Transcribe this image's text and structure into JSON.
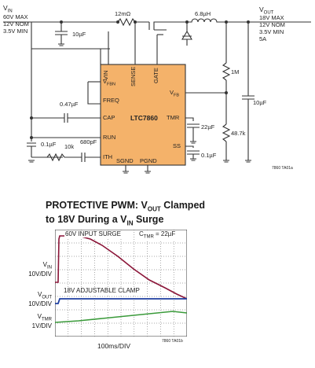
{
  "schematic": {
    "vin_label": "V",
    "vin_sub": "IN",
    "vin_specs": [
      "60V MAX",
      "12V NOM",
      "3.5V MIN"
    ],
    "vout_label": "V",
    "vout_sub": "OUT",
    "vout_specs": [
      "18V MAX",
      "12V NOM",
      "3.5V MIN",
      "5A"
    ],
    "sense_resistor": "12mΩ",
    "inductor": "6.8µH",
    "c_in": "10µF",
    "c_out": "10µF",
    "r_top": "1M",
    "r_bot": "48.7k",
    "c_freq": "0.47µF",
    "c_run": "0.1µF",
    "r_ith": "10k",
    "c_ith": "680pF",
    "c_tmr": "22µF",
    "c_ss": "0.1µF",
    "chip_name": "LTC7860",
    "pins": {
      "vin": "VIN",
      "sense": "SENSE",
      "gate": "GATE",
      "vfbn": "V",
      "vfbn_sub": "FBN",
      "freq": "FREQ",
      "cap": "CAP",
      "run": "RUN",
      "ith": "ITH",
      "sgnd": "SGND",
      "pgnd": "PGND",
      "vfb": "V",
      "vfb_sub": "FB",
      "tmr": "TMR",
      "ss": "SS"
    },
    "figure_id": "7860 TA01a"
  },
  "scope": {
    "title_line1_pre": "PROTECTIVE PWM: V",
    "title_line1_sub": "OUT",
    "title_line1_post": " Clamped",
    "title_line2_pre": "to 18V During a V",
    "title_line2_sub": "IN",
    "title_line2_post": " Surge",
    "surge_label": "60V INPUT SURGE",
    "ctmr_label": "C",
    "ctmr_sub": "TMR",
    "ctmr_value": " = 22µF",
    "clamp_label": "18V ADJUSTABLE CLAMP",
    "vin_channel": "V",
    "vin_channel_sub": "IN",
    "vin_scale": "10V/DIV",
    "vout_channel": "V",
    "vout_channel_sub": "OUT",
    "vout_scale": "10V/DIV",
    "vtmr_channel": "V",
    "vtmr_channel_sub": "TMR",
    "vtmr_scale": "1V/DIV",
    "time_scale": "100ms/DIV",
    "figure_id": "7860 TA01b",
    "colors": {
      "vin_trace": "#8b1538",
      "vout_trace": "#1f3fa0",
      "vtmr_trace": "#3a9a3a",
      "chip_fill": "#f4b26a",
      "grid": "#444444"
    }
  }
}
